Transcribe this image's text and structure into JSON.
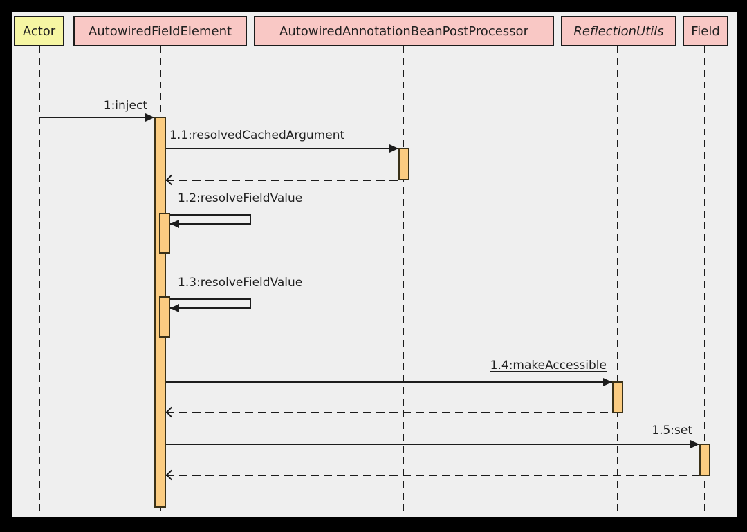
{
  "colors": {
    "background": "#000000",
    "panel": "#efefef",
    "line": "#1c1c1c",
    "text": "#1f1f1f",
    "actor-fill": "#f6f6a3",
    "object-fill": "#f9c8c5",
    "activation-fill": "#fbcc81"
  },
  "diagram": {
    "type": "uml-sequence",
    "participants": [
      {
        "name": "Actor",
        "kind": "actor"
      },
      {
        "name": "AutowiredFieldElement",
        "kind": "object"
      },
      {
        "name": "AutowiredAnnotationBeanPostProcessor",
        "kind": "object"
      },
      {
        "name": "ReflectionUtils",
        "kind": "static-class"
      },
      {
        "name": "Field",
        "kind": "object"
      }
    ],
    "messages": [
      {
        "label": "1:inject",
        "from": "Actor",
        "to": "AutowiredFieldElement",
        "kind": "call"
      },
      {
        "label": "1.1:resolvedCachedArgument",
        "from": "AutowiredFieldElement",
        "to": "AutowiredAnnotationBeanPostProcessor",
        "kind": "call"
      },
      {
        "label": "",
        "from": "AutowiredAnnotationBeanPostProcessor",
        "to": "AutowiredFieldElement",
        "kind": "return"
      },
      {
        "label": "1.2:resolveFieldValue",
        "from": "AutowiredFieldElement",
        "to": "AutowiredFieldElement",
        "kind": "self-call"
      },
      {
        "label": "1.3:resolveFieldValue",
        "from": "AutowiredFieldElement",
        "to": "AutowiredFieldElement",
        "kind": "self-call"
      },
      {
        "label": "1.4:makeAccessible",
        "from": "AutowiredFieldElement",
        "to": "ReflectionUtils",
        "kind": "call",
        "static_call": true
      },
      {
        "label": "",
        "from": "ReflectionUtils",
        "to": "AutowiredFieldElement",
        "kind": "return"
      },
      {
        "label": "1.5:set",
        "from": "AutowiredFieldElement",
        "to": "Field",
        "kind": "call"
      },
      {
        "label": "",
        "from": "Field",
        "to": "AutowiredFieldElement",
        "kind": "return"
      }
    ]
  }
}
